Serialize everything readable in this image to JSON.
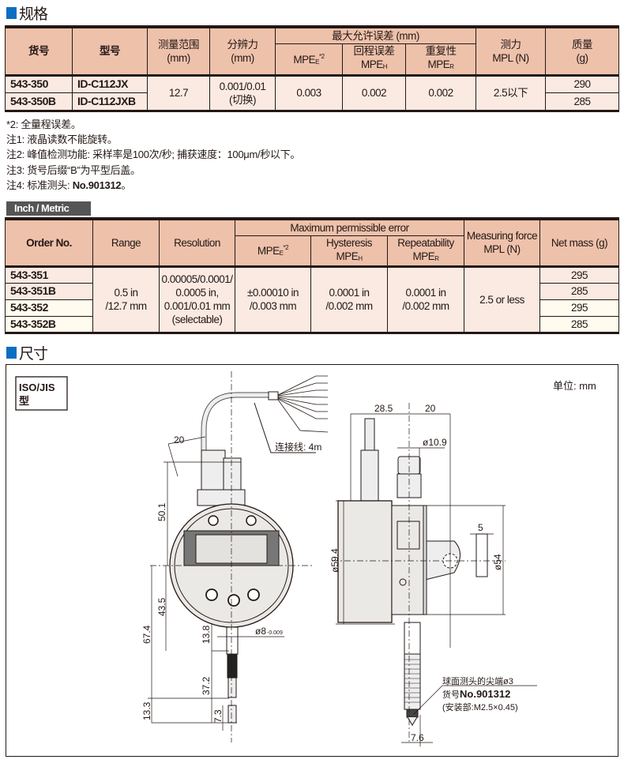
{
  "spec_heading": "规格",
  "table_cn": {
    "headers": {
      "order_no": "货号",
      "model": "型号",
      "range": "测量范围",
      "range_unit": "(mm)",
      "resolution": "分辨力",
      "resolution_unit": "(mm)",
      "mpe_group": "最大允许误差 (mm)",
      "mpe_e": "MPE",
      "mpe_e_sub": "E",
      "mpe_e_note": "*2",
      "hysteresis": "回程误差",
      "mpe_h": "MPE",
      "mpe_h_sub": "H",
      "repeatability": "重复性",
      "mpe_r": "MPE",
      "mpe_r_sub": "R",
      "force": "测力",
      "force_unit": "MPL (N)",
      "mass": "质量",
      "mass_unit": "(g)"
    },
    "rows": [
      {
        "order_no": "543-350",
        "model": "ID-C112JX",
        "mass": "290"
      },
      {
        "order_no": "543-350B",
        "model": "ID-C112JXB",
        "mass": "285"
      }
    ],
    "shared": {
      "range": "12.7",
      "resolution_1": "0.001/0.01",
      "resolution_2": "(切换)",
      "mpe_e": "0.003",
      "hysteresis": "0.002",
      "repeatability": "0.002",
      "force": "2.5以下"
    }
  },
  "notes": [
    "*2: 全量程误差。",
    "注1: 液晶读数不能旋转。",
    "注2: 峰值检测功能: 采样率是100次/秒; 捕获速度：100μm/秒以下。",
    "注3: 货号后缀“B”为平型后盖。"
  ],
  "note4": {
    "prefix": "注4: 标准测头: ",
    "bold": "No.901312",
    "suffix": "。"
  },
  "inch_tab": "Inch / Metric",
  "table_en": {
    "headers": {
      "order_no": "Order No.",
      "range": "Range",
      "resolution": "Resolution",
      "mpe_group": "Maximum permissible error",
      "mpe_e": "MPE",
      "mpe_e_sub": "E",
      "mpe_e_note": "*2",
      "hysteresis": "Hysteresis",
      "mpe_h": "MPE",
      "mpe_h_sub": "H",
      "repeatability": "Repeatability",
      "mpe_r": "MPE",
      "mpe_r_sub": "R",
      "force": "Measuring force",
      "force_unit": "MPL (N)",
      "mass": "Net mass (g)"
    },
    "rows": [
      {
        "order_no": "543-351",
        "mass": "295"
      },
      {
        "order_no": "543-351B",
        "mass": "285"
      },
      {
        "order_no": "543-352",
        "mass": "295"
      },
      {
        "order_no": "543-352B",
        "mass": "285"
      }
    ],
    "shared": {
      "range_1": "0.5 in",
      "range_2": "/12.7 mm",
      "resolution_1": "0.00005/0.0001/",
      "resolution_2": "0.0005 in,",
      "resolution_3": "0.001/0.01 mm",
      "resolution_4": "(selectable)",
      "mpe_e_1": "±0.00010 in",
      "mpe_e_2": "/0.003 mm",
      "hysteresis_1": "0.0001 in",
      "hysteresis_2": "/0.002 mm",
      "repeatability_1": "0.0001 in",
      "repeatability_2": "/0.002 mm",
      "force": "2.5 or less"
    }
  },
  "dim_heading": "尺寸",
  "drawing": {
    "type_label_1": "ISO/JIS",
    "type_label_2": "型",
    "unit": "单位: mm",
    "cable": "连接线: 4m",
    "dims": {
      "d20a": "20",
      "d50_1": "50.1",
      "d43_5": "43.5",
      "d67_4": "67.4",
      "d13_8": "13.8",
      "d37_2": "37.2",
      "d13_3": "13.3",
      "d7_3": "7.3",
      "d8": "ø8",
      "d8_tol": "-0.009",
      "d28_5": "28.5",
      "d20b": "20",
      "d10_9": "ø10.9",
      "d5": "5",
      "d54": "ø54",
      "d59_4": "ø59.4",
      "d7_6": "7.6"
    },
    "callout_1": "球面测头的尖端ø3",
    "callout_2_prefix": "货号",
    "callout_2_bold": "No.901312",
    "callout_3": "(安装部:M2.5×0.45)"
  }
}
